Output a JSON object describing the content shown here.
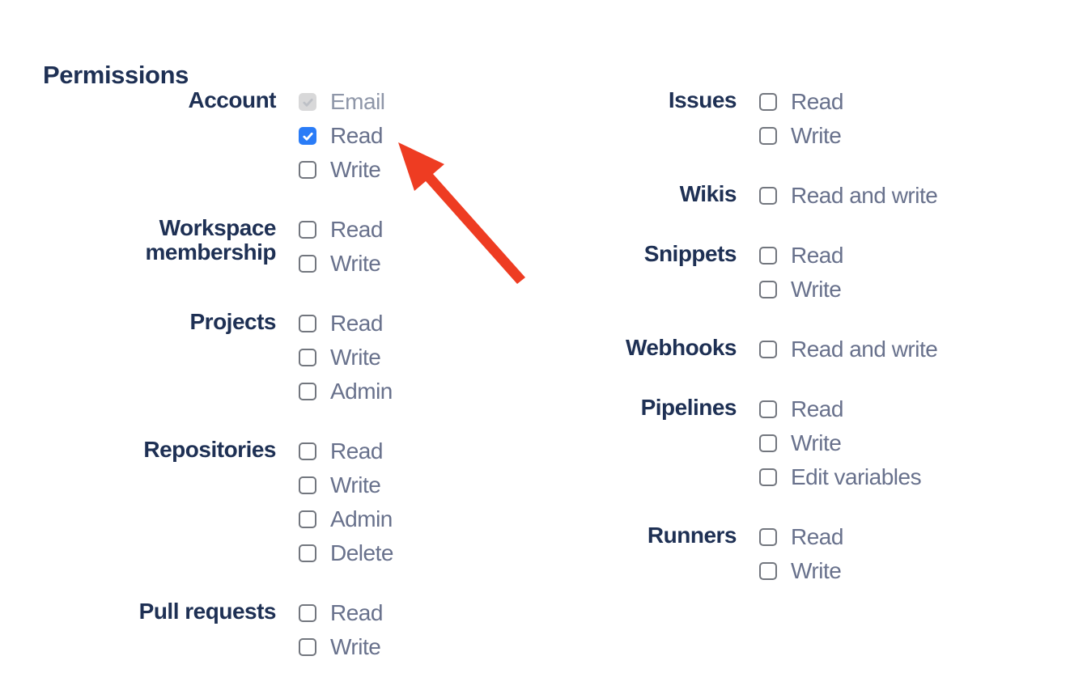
{
  "heading": "Permissions",
  "colors": {
    "heading_navy": "#1E3054",
    "option_gray": "#68718C",
    "disabled_option_gray": "#8E96A8",
    "checkbox_checked_blue": "#2A7CF7",
    "checkbox_disabled_bg": "#D8D8D9",
    "checkbox_disabled_check": "#BDC0C6",
    "checkbox_border_gray": "#72767E",
    "arrow_red": "#EE3C22"
  },
  "columns": [
    {
      "name": "left",
      "groups": [
        {
          "label": "Account",
          "options": [
            {
              "label": "Email",
              "state": "checked-disabled"
            },
            {
              "label": "Read",
              "state": "checked"
            },
            {
              "label": "Write",
              "state": "unchecked"
            }
          ]
        },
        {
          "label": "Workspace membership",
          "options": [
            {
              "label": "Read",
              "state": "unchecked"
            },
            {
              "label": "Write",
              "state": "unchecked"
            }
          ]
        },
        {
          "label": "Projects",
          "options": [
            {
              "label": "Read",
              "state": "unchecked"
            },
            {
              "label": "Write",
              "state": "unchecked"
            },
            {
              "label": "Admin",
              "state": "unchecked"
            }
          ]
        },
        {
          "label": "Repositories",
          "options": [
            {
              "label": "Read",
              "state": "unchecked"
            },
            {
              "label": "Write",
              "state": "unchecked"
            },
            {
              "label": "Admin",
              "state": "unchecked"
            },
            {
              "label": "Delete",
              "state": "unchecked"
            }
          ]
        },
        {
          "label": "Pull requests",
          "options": [
            {
              "label": "Read",
              "state": "unchecked"
            },
            {
              "label": "Write",
              "state": "unchecked"
            }
          ]
        }
      ]
    },
    {
      "name": "right",
      "groups": [
        {
          "label": "Issues",
          "options": [
            {
              "label": "Read",
              "state": "unchecked"
            },
            {
              "label": "Write",
              "state": "unchecked"
            }
          ]
        },
        {
          "label": "Wikis",
          "options": [
            {
              "label": "Read and write",
              "state": "unchecked"
            }
          ]
        },
        {
          "label": "Snippets",
          "options": [
            {
              "label": "Read",
              "state": "unchecked"
            },
            {
              "label": "Write",
              "state": "unchecked"
            }
          ]
        },
        {
          "label": "Webhooks",
          "options": [
            {
              "label": "Read and write",
              "state": "unchecked"
            }
          ]
        },
        {
          "label": "Pipelines",
          "options": [
            {
              "label": "Read",
              "state": "unchecked"
            },
            {
              "label": "Write",
              "state": "unchecked"
            },
            {
              "label": "Edit variables",
              "state": "unchecked"
            }
          ]
        },
        {
          "label": "Runners",
          "options": [
            {
              "label": "Read",
              "state": "unchecked"
            },
            {
              "label": "Write",
              "state": "unchecked"
            }
          ]
        }
      ]
    }
  ],
  "annotation_arrow": {
    "color": "#EE3C22"
  }
}
